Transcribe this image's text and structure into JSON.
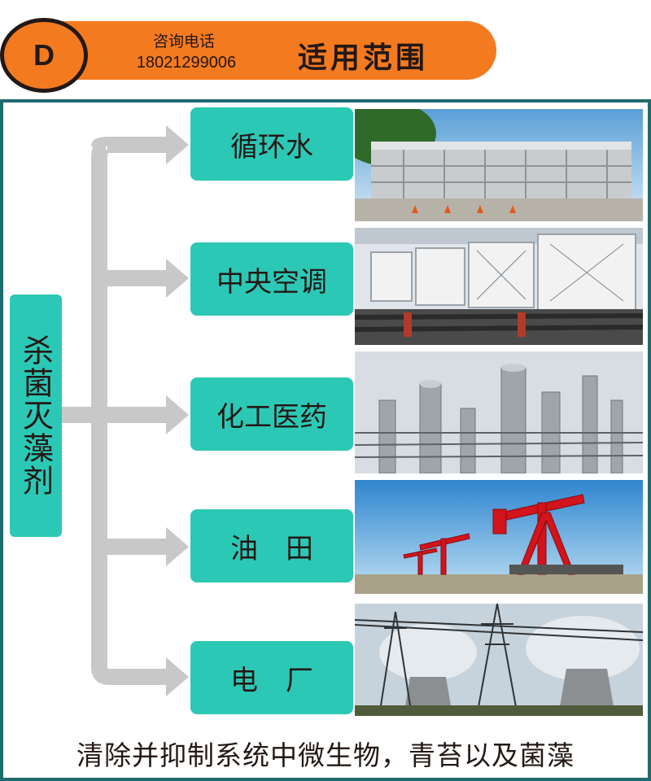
{
  "header": {
    "letter": "D",
    "consult_label": "咨询电话",
    "phone": "18021299006",
    "title": "适用范围"
  },
  "agent_label": "杀菌灭藻剂",
  "categories": [
    {
      "label": "循环水",
      "photo_icon": "cooling-tower-photo"
    },
    {
      "label": "中央空调",
      "photo_icon": "central-ac-units-photo"
    },
    {
      "label": "化工医药",
      "photo_icon": "chemical-plant-photo"
    },
    {
      "label": "油　田",
      "photo_icon": "oil-pumpjack-photo"
    },
    {
      "label": "电　厂",
      "photo_icon": "power-plant-photo"
    }
  ],
  "footer": "清除并抑制系统中微生物，青苔以及菌藻",
  "colors": {
    "orange": "#f47a20",
    "teal": "#2cc8b6",
    "frame": "#1f6b6f",
    "arrow": "#c8c8c8"
  }
}
